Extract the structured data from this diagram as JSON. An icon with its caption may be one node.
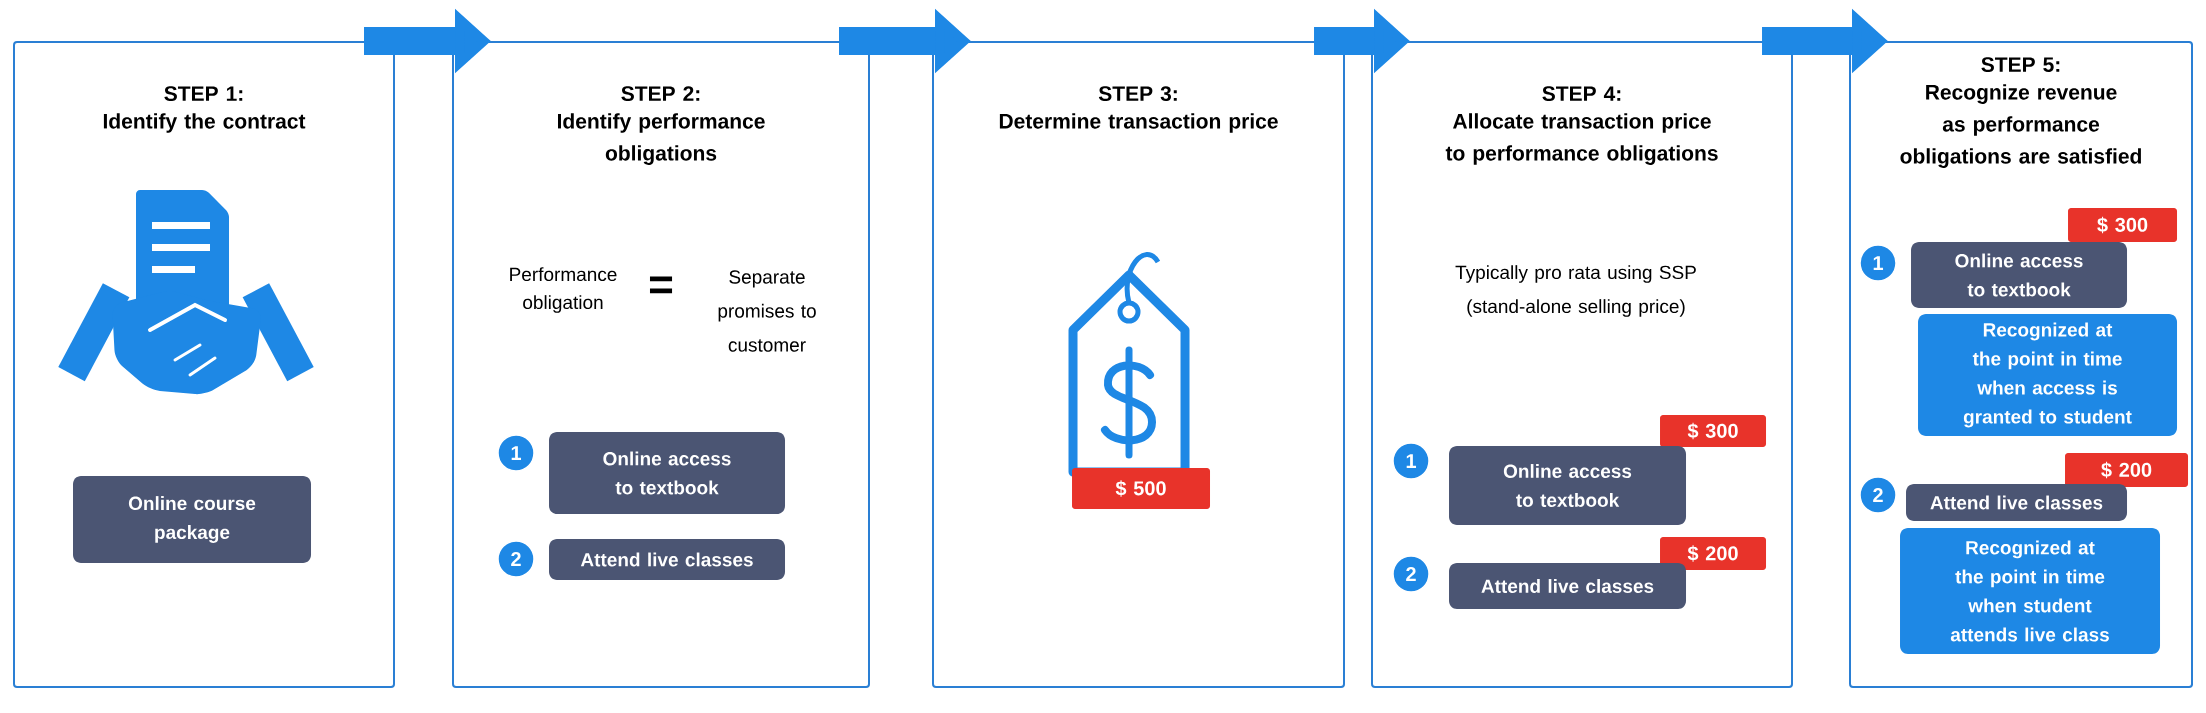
{
  "diagram": {
    "nodes": [
      {
        "text": [
          "STEP 1:",
          "Identify the contract"
        ]
      },
      {
        "text": [
          "Online course package"
        ],
        "in": 0
      },
      {
        "text": [
          "STEP 2:",
          "Identify performance obligations"
        ]
      },
      {
        "text": [
          "1"
        ],
        "in": 2
      },
      {
        "text": [
          "Online access to textbook"
        ],
        "in": 2
      },
      {
        "text": [
          "2"
        ],
        "in": 2
      },
      {
        "text": [
          "Attend live classes"
        ],
        "in": 2
      },
      {
        "text": [
          "STEP 3:",
          "Determine transaction price"
        ]
      },
      {
        "text": [
          "$ 500"
        ],
        "in": 7
      },
      {
        "text": [
          "STEP 4:",
          "Allocate transaction price to performance obligations"
        ]
      },
      {
        "text": [
          "$ 300"
        ],
        "in": 9
      },
      {
        "text": [
          "1"
        ],
        "in": 9
      },
      {
        "text": [
          "Online access to textbook"
        ],
        "in": 9
      },
      {
        "text": [
          "$ 200"
        ],
        "in": 9
      },
      {
        "text": [
          "2"
        ],
        "in": 9
      },
      {
        "text": [
          "Attend live classes"
        ],
        "in": 9
      },
      {
        "text": [
          "STEP 5:",
          "Recognize revenue as performance obligations are satisfied"
        ]
      },
      {
        "text": [
          "$ 300"
        ],
        "in": 16
      },
      {
        "text": [
          "1"
        ],
        "in": 16
      },
      {
        "text": [
          "Online access to textbook"
        ],
        "in": 16
      },
      {
        "text": [
          "Recognized at the point in time when access is granted to student"
        ],
        "in": 16
      },
      {
        "text": [
          "$ 200"
        ],
        "in": 16
      },
      {
        "text": [
          "2"
        ],
        "in": 16
      },
      {
        "text": [
          "Attend live classes"
        ],
        "in": 16
      },
      {
        "text": [
          "Recognized at the point in time when student attends live class"
        ],
        "in": 16
      }
    ],
    "edges": [
      {
        "from": 0,
        "to": 2,
        "arrow": "to"
      },
      {
        "from": 2,
        "to": 7,
        "arrow": "to"
      },
      {
        "from": 7,
        "to": 9,
        "arrow": "to"
      },
      {
        "from": 9,
        "to": 16,
        "arrow": "to"
      }
    ],
    "labels": [
      "Performance obligation",
      "=",
      "Separate promises to customer",
      "Typically pro rata using SSP (stand-alone selling price)"
    ]
  }
}
